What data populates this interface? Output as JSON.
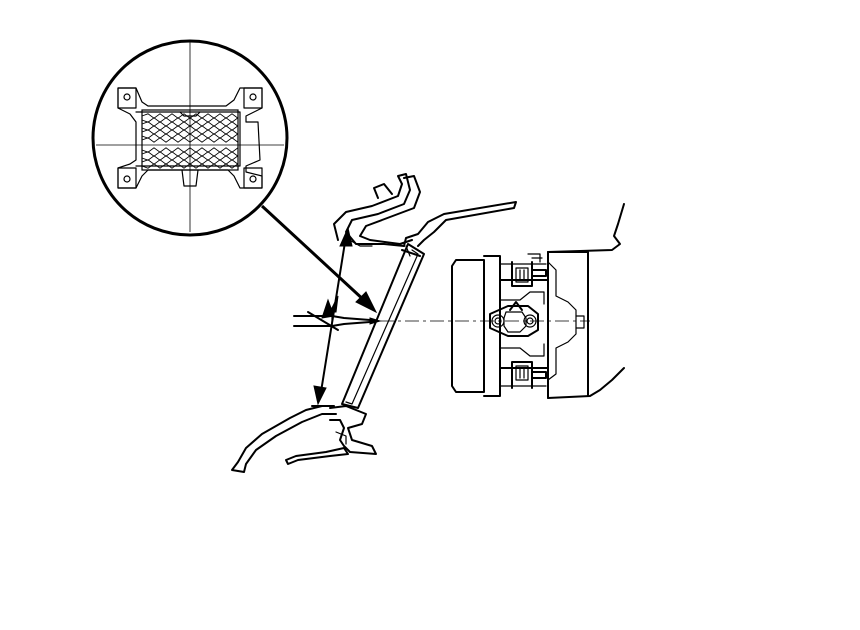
{
  "diagram": {
    "colors": {
      "stroke": "#000000",
      "background": "#ffffff"
    },
    "icons": [
      "magnified-grille-detail",
      "pointer-arrow",
      "screwdriver-tool",
      "angle-arrow"
    ]
  }
}
